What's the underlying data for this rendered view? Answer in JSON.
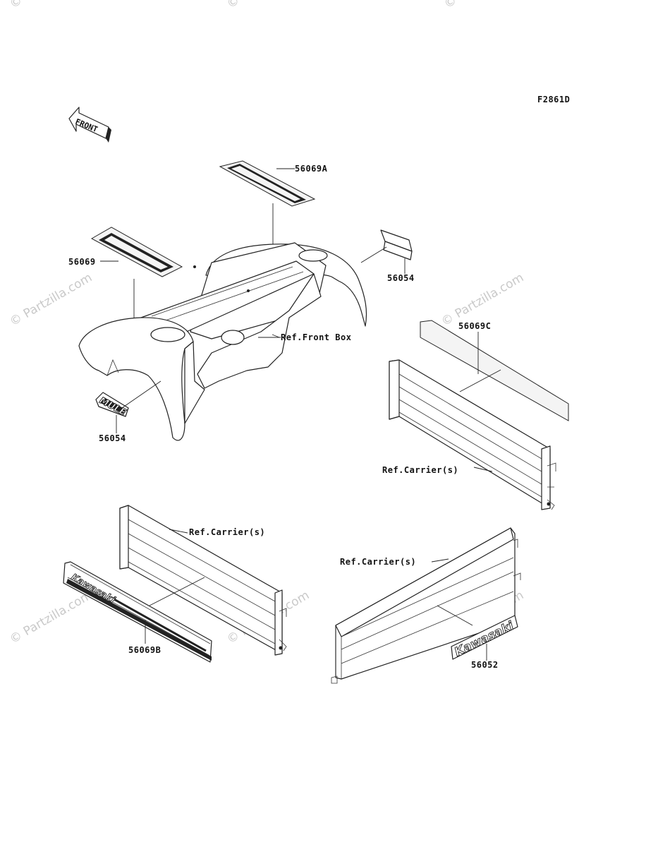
{
  "diagram": {
    "code": "F2861D",
    "front_label": "FRONT",
    "callouts": {
      "p56069A": "56069A",
      "p56069": "56069",
      "p56054_top": "56054",
      "ref_front_box": "Ref.Front Box",
      "p56069C": "56069C",
      "p56054_bottom": "56054",
      "ref_carrier_1": "Ref.Carrier(s)",
      "ref_carrier_2": "Ref.Carrier(s)",
      "ref_carrier_3": "Ref.Carrier(s)",
      "p56069B": "56069B",
      "p56052": "56052"
    },
    "decal_text": {
      "mule": "MULE",
      "kawasaki_1": "Kawasaki",
      "kawasaki_2": "Kawasaki"
    },
    "watermark": "© Partzilla.com"
  },
  "colors": {
    "line": "#222222",
    "watermark": "#c9c9c9"
  }
}
